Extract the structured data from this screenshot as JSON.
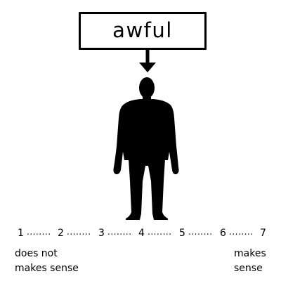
{
  "label": {
    "word": "awful"
  },
  "scale": {
    "points": [
      "1",
      "2",
      "3",
      "4",
      "5",
      "6",
      "7"
    ],
    "separator": "........"
  },
  "anchors": {
    "low": [
      "does not",
      "makes sense"
    ],
    "high": [
      "makes",
      "sense"
    ]
  },
  "colors": {
    "ink": "#000000",
    "background": "#ffffff"
  },
  "icons": {
    "figure": "person-silhouette-icon",
    "pointer": "arrow-down-icon"
  }
}
